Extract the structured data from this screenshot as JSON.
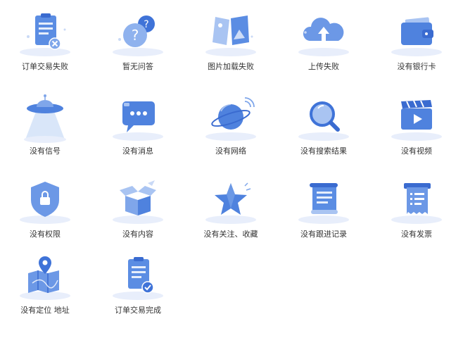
{
  "items": [
    {
      "label": "订单交易失败",
      "icon": "order-failed-icon"
    },
    {
      "label": "暂无问答",
      "icon": "question-icon"
    },
    {
      "label": "图片加载失败",
      "icon": "image-failed-icon"
    },
    {
      "label": "上传失败",
      "icon": "upload-failed-icon"
    },
    {
      "label": "没有银行卡",
      "icon": "wallet-icon"
    },
    {
      "label": "没有信号",
      "icon": "ufo-signal-icon"
    },
    {
      "label": "没有消息",
      "icon": "chat-message-icon"
    },
    {
      "label": "没有网络",
      "icon": "planet-wifi-icon"
    },
    {
      "label": "没有搜索结果",
      "icon": "magnifier-icon"
    },
    {
      "label": "没有视频",
      "icon": "clapperboard-icon"
    },
    {
      "label": "没有权限",
      "icon": "shield-lock-icon"
    },
    {
      "label": "没有内容",
      "icon": "open-box-icon"
    },
    {
      "label": "没有关注、收藏",
      "icon": "star-icon"
    },
    {
      "label": "没有跟进记录",
      "icon": "scroll-icon"
    },
    {
      "label": "没有发票",
      "icon": "receipt-icon"
    },
    {
      "label": "没有定位 地址",
      "icon": "map-pin-icon"
    },
    {
      "label": "订单交易完成",
      "icon": "order-complete-icon"
    }
  ],
  "colors": {
    "primary": "#3f73d8",
    "light": "#9fc0f0",
    "pale": "#e6eefb",
    "text": "#333333"
  }
}
